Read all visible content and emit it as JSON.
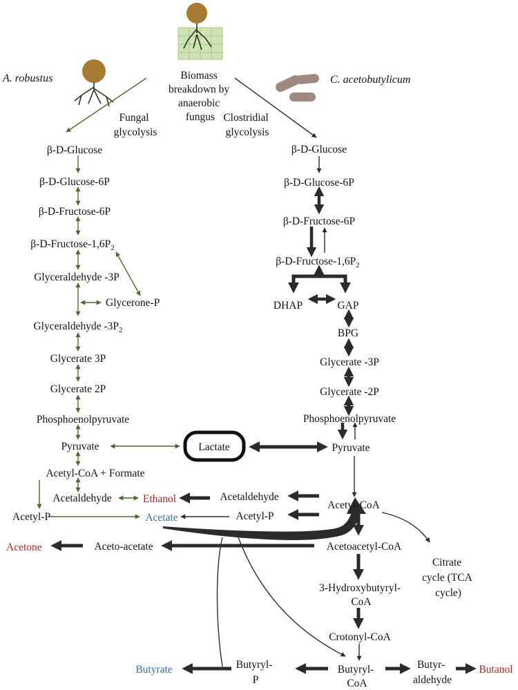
{
  "colors": {
    "text": "#111111",
    "fungal_arrow": "#476a2e",
    "clostridial_arrow": "#2b2b2b",
    "product_red": "#a32a23",
    "product_blue": "#3f6b9a",
    "soil_green": "#cfe4b4",
    "spore_brown": "#a47a35",
    "bacteria_brown": "#9e8a80"
  },
  "icons": {
    "top": "fungus-on-plant-tissue-icon",
    "fungus": "anaerobic-fungus-icon",
    "bacteria": "clostridium-bacteria-icon"
  },
  "header": {
    "fungus_species": "A. robustus",
    "bacteria_species": "C. acetobutylicum",
    "biomass_lines": [
      "Biomass",
      "breakdown by",
      "anaerobic",
      "fungus"
    ],
    "fungal_glycolysis_lines": [
      "Fungal",
      "glycolysis"
    ],
    "clostridial_glycolysis_lines": [
      "Clostridial",
      "glycolysis"
    ]
  },
  "fungal_pathway": {
    "glucose": "β-D-Glucose",
    "glucose6p": "β-D-Glucose-6P",
    "fructose6p": "β-D-Fructose-6P",
    "fructose16p_main": "β-D-Fructose-1,6P",
    "fructose16p_sub": "2",
    "glyceraldehyde3p": "Glyceraldehyde -3P",
    "glycerone_p": "Glycerone-P",
    "glyceraldehyde3p2_main": "Glyceraldehyde -3P",
    "glyceraldehyde3p2_sub": "2",
    "glycerate3p": "Glycerate 3P",
    "glycerate2p": "Glycerate 2P",
    "pep": "Phosphoenolpyruvate",
    "pyruvate": "Pyruvate",
    "acetylcoa_formate": "Acetyl-CoA + Formate",
    "acetaldehyde": "Acetaldehyde",
    "acetyl_p": "Acetyl-P"
  },
  "shared": {
    "lactate": "Lactate",
    "ethanol": "Ethanol",
    "acetate": "Acetate",
    "acetone": "Acetone",
    "acetoacetate": "Aceto-acetate",
    "butyrate": "Butyrate",
    "butanol": "Butanol"
  },
  "clostridial_pathway": {
    "glucose": "β-D-Glucose",
    "glucose6p": "β-D-Glucose-6P",
    "fructose6p": "β-D-Fructose-6P",
    "fructose16p_main": "β-D-Fructose-1,6P",
    "fructose16p_sub": "2",
    "dhap": "DHAP",
    "gap": "GAP",
    "bpg": "BPG",
    "glycerate3p": "Glycerate -3P",
    "glycerate2p": "Glycerate -2P",
    "pep": "Phosphoenolpyruvate",
    "pyruvate": "Pyruvate",
    "acetylcoa": "Acetyl-CoA",
    "acetaldehyde": "Acetaldehyde",
    "acetyl_p": "Acetyl-P",
    "acetoacetylcoa": "Acetoacetyl-CoA",
    "tca_lines": [
      "Citrate",
      "cycle (TCA",
      "cycle)"
    ],
    "hydroxybutyryl_lines": [
      "3-Hydroxybutyryl-",
      "CoA"
    ],
    "crotonylcoa": "Crotonyl-CoA",
    "butyrylcoa_lines": [
      "Butyryl-",
      "CoA"
    ],
    "butyrylp_lines": [
      "Butyryl-",
      "P"
    ],
    "butyraldehyde_lines": [
      "Butyr-",
      "aldehyde"
    ]
  }
}
